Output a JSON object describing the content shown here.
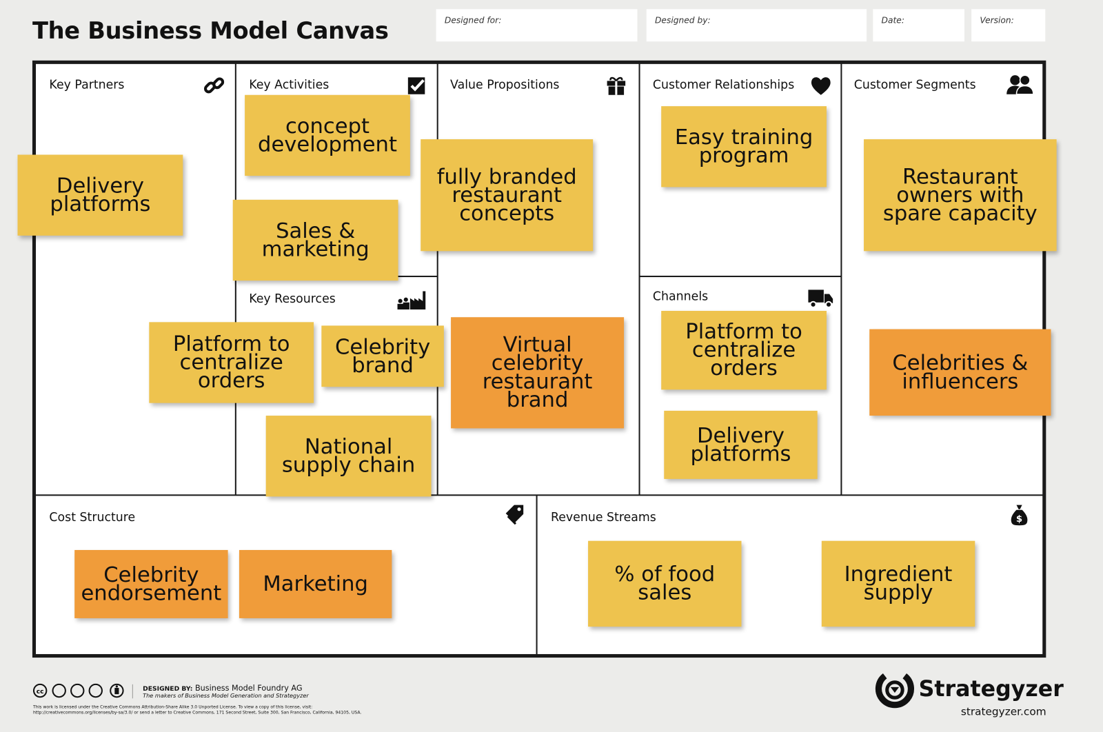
{
  "title": "The Business Model Canvas",
  "fields": {
    "designed_for": "Designed for:",
    "designed_by": "Designed by:",
    "date": "Date:",
    "version": "Version:"
  },
  "blocks": {
    "key_partners": "Key Partners",
    "key_activities": "Key Activities",
    "key_resources": "Key Resources",
    "value_propositions": "Value Propositions",
    "customer_relationships": "Customer Relationships",
    "channels": "Channels",
    "customer_segments": "Customer Segments",
    "cost_structure": "Cost Structure",
    "revenue_streams": "Revenue Streams"
  },
  "colors": {
    "yellow": "#eec34e",
    "orange": "#f09c3a"
  },
  "notes": {
    "kp1": "Delivery platforms",
    "ka1": "concept development",
    "ka2": "Sales & marketing",
    "kr1": "Platform to centralize orders",
    "kr2": "Celebrity brand",
    "kr3": "National supply chain",
    "vp1": "fully branded restaurant concepts",
    "vp2": "Virtual celebrity restaurant brand",
    "cr1": "Easy training program",
    "ch1": "Platform to centralize orders",
    "ch2": "Delivery platforms",
    "cs1": "Restaurant owners with spare capacity",
    "cs2": "Celebrities & influencers",
    "cost1": "Celebrity endorsement",
    "cost2": "Marketing",
    "rev1": "% of food sales",
    "rev2": "Ingredient supply"
  },
  "footer": {
    "designed_by_label": "DESIGNED BY:",
    "designed_by": "Business Model Foundry AG",
    "tagline": "The makers of Business Model Generation and Strategyzer",
    "license1": "This work is licensed under the Creative Commons Attribution-Share Alike 3.0 Unported License. To view a copy of this license, visit:",
    "license2": "http://creativecommons.org/licenses/by-sa/3.0/ or send a letter to Creative Commons, 171 Second Street, Suite 300, San Francisco, California, 94105, USA.",
    "brand": "Strategyzer",
    "url": "strategyzer.com"
  }
}
